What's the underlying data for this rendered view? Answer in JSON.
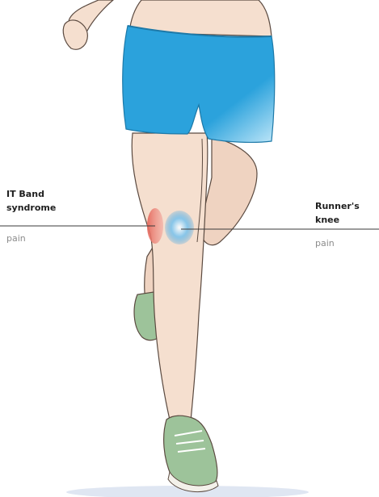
{
  "labels": {
    "left": {
      "line1": "IT Band",
      "line2": "syndrome",
      "line3": "pain"
    },
    "right": {
      "line1": "Runner's",
      "line2": "knee",
      "line3": "pain"
    }
  },
  "colors": {
    "skin": "#f5dfcf",
    "skin_shadow": "#e9c7b1",
    "outline": "#5b4a40",
    "shorts": "#2ba2dc",
    "shorts_light": "#8fd0f0",
    "shoe": "#9dc39a",
    "shoe_sole": "#f3f1ea",
    "it_band_marker": "#e5685c",
    "knee_marker": "#4aa6df",
    "leader_line": "#3a3a3a",
    "ground_shadow": "#dfe6f2"
  }
}
